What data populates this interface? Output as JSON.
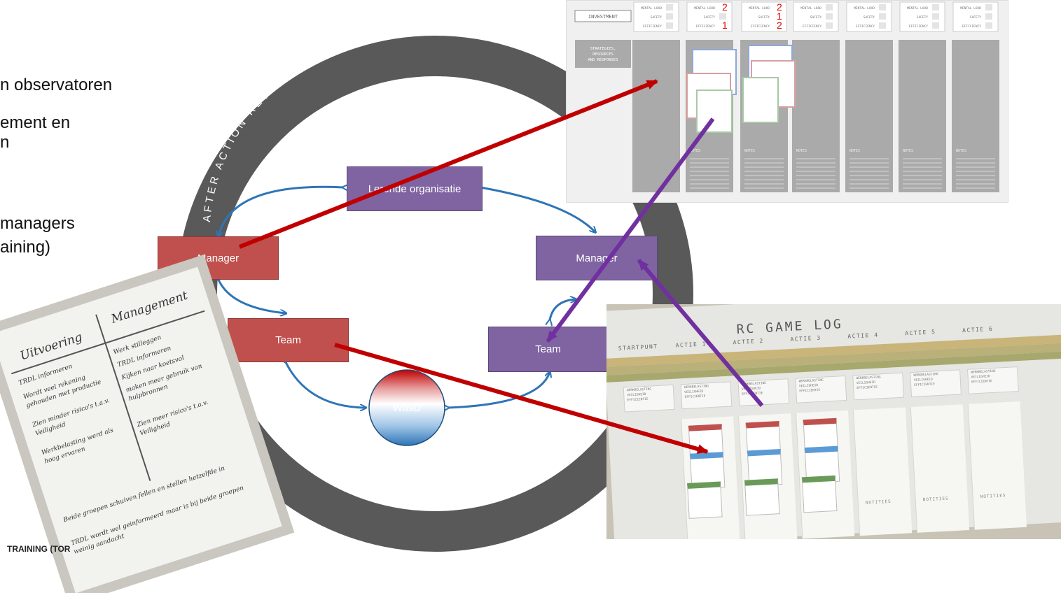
{
  "bullets": [
    "n observatoren",
    "ement en",
    "n",
    "managers",
    "aining)"
  ],
  "ring_label": "AFTER ACTION REVIEW",
  "nodes": {
    "lerende": "Lerende  organisatie",
    "manager_left": "Manager",
    "manager_right": "Manager",
    "team_left": "Team",
    "team_right": "Team",
    "wasd": "WasD"
  },
  "footer": "TRAINING (TOR",
  "board_top": {
    "investment_label": "INVESTMENT",
    "strategies_label": "STRATEGIES, RESOURCES AND RESPONSES",
    "rows": [
      "MENTAL LOAD",
      "SAFETY",
      "EFFICIENCY"
    ],
    "col1_marks": [
      "2",
      "",
      "1"
    ],
    "col2_marks": [
      "2",
      "1",
      "2"
    ],
    "notes_label": "NOTES"
  },
  "game_log": {
    "title": "RC GAME LOG",
    "columns": [
      "STARTPUNT",
      "ACTIE 1",
      "ACTIE 2",
      "ACTIE 3",
      "ACTIE 4",
      "ACTIE 5",
      "ACTIE 6"
    ],
    "rows": [
      "WERKBELASTING",
      "VEILIGHEID",
      "EFFICIENTIE"
    ],
    "notes_label": "NOTITIES"
  },
  "flipchart": {
    "col_left": "Uitvoering",
    "col_right": "Management",
    "left_items": [
      "TRDL informeren",
      "Wordt veel rekening gehouden met productie",
      "Zien minder risico's t.a.v. Veiligheid",
      "Werkbelasting werd als hoog ervaren"
    ],
    "right_items": [
      "Werk stilleggen",
      "TRDL informeren",
      "Kijken naar koetsvol",
      "maken meer gebruik van hulpbronnen",
      "Zien meer risico's t.a.v. Veiligheid"
    ],
    "bottom_items": [
      "Beide groepen schuiven fellen en stellen hetzelfde in",
      "TRDL wordt wel geinformeerd maar is bij beide groepen weinig aandacht"
    ]
  },
  "colors": {
    "red_node": "#c0504d",
    "purple_node": "#8064a2",
    "ring": "#595959",
    "blue_arrow": "#2e75b6",
    "red_arrow": "#c00000",
    "purple_arrow": "#7030a0"
  }
}
